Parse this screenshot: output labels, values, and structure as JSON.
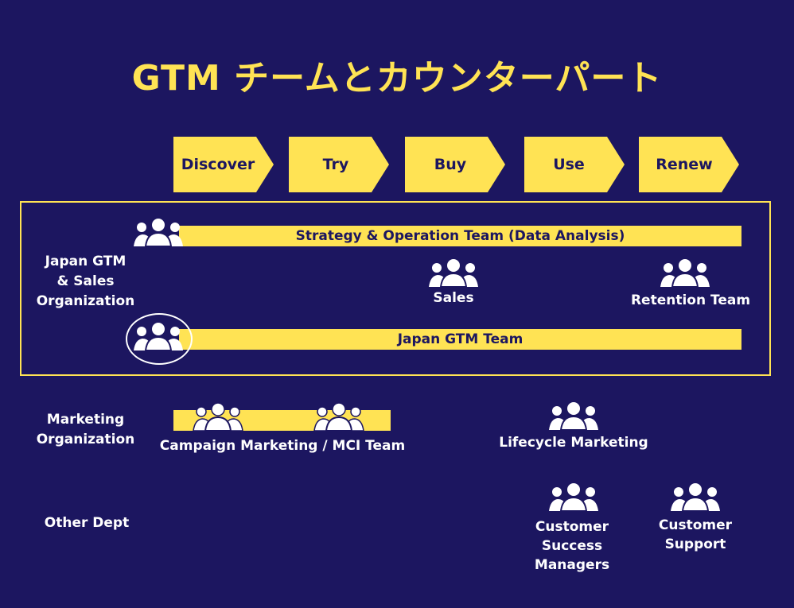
{
  "title": "GTM チームとカウンターパート",
  "colors": {
    "background": "#1c1660",
    "accent": "#ffe354",
    "text_light": "#ffffff"
  },
  "stages": [
    {
      "label": "Discover"
    },
    {
      "label": "Try"
    },
    {
      "label": "Buy"
    },
    {
      "label": "Use"
    },
    {
      "label": "Renew"
    }
  ],
  "rows": {
    "japan_gtm": {
      "label_lines": [
        "Japan GTM",
        "& Sales",
        "Organization"
      ],
      "strategy_team": "Strategy & Operation Team (Data Analysis)",
      "sales": "Sales",
      "retention": "Retention Team",
      "japan_gtm_team": "Japan GTM Team"
    },
    "marketing": {
      "label_lines": [
        "Marketing",
        "Organization"
      ],
      "campaign": "Campaign Marketing / MCI Team",
      "lifecycle": "Lifecycle Marketing"
    },
    "other": {
      "label": "Other Dept",
      "csm_lines": [
        "Customer",
        "Success",
        "Managers"
      ],
      "support_lines": [
        "Customer",
        "Support"
      ]
    }
  },
  "icons": {
    "team": "people-group-icon"
  }
}
